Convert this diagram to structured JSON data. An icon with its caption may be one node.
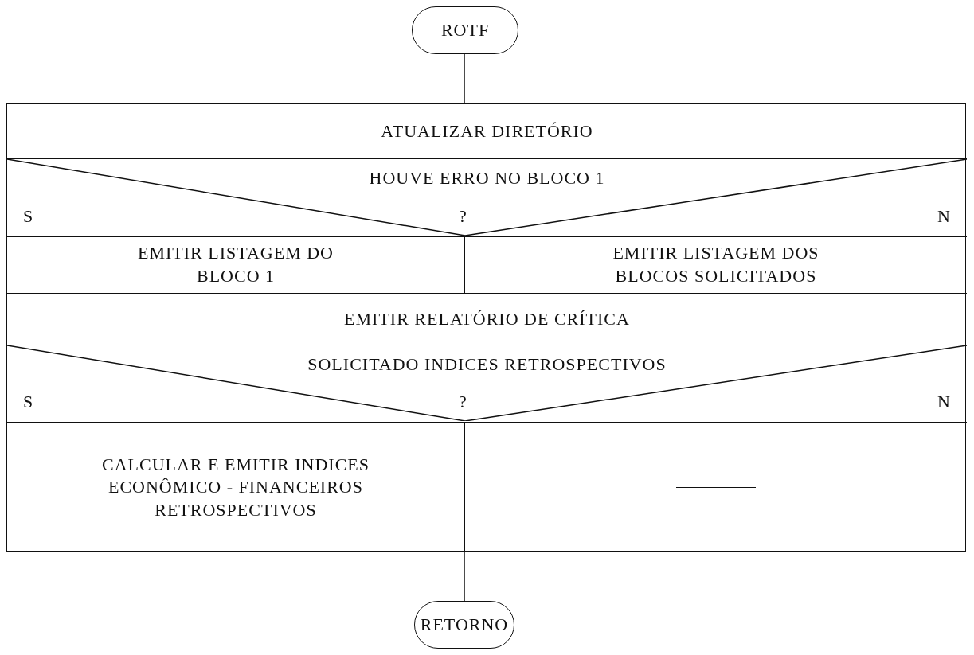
{
  "diagram": {
    "nodes": [
      {
        "text": [
          "ROTF"
        ]
      },
      {
        "text": [],
        "shape": "box"
      },
      {
        "text": [
          "ATUALIZAR DIRETÓRIO"
        ],
        "in": 1
      },
      {
        "text": [
          "HOUVE ERRO NO BLOCO 1",
          "S",
          "?",
          "N"
        ],
        "in": 1
      },
      {
        "text": [
          "EMITIR LISTAGEM DO BLOCO 1"
        ],
        "in": 1
      },
      {
        "text": [
          "EMITIR LISTAGEM DOS BLOCOS SOLICITADOS"
        ],
        "in": 1
      },
      {
        "text": [
          "EMITIR RELATÓRIO DE CRÍTICA"
        ],
        "in": 1
      },
      {
        "text": [
          "SOLICITADO INDICES RETROSPECTIVOS",
          "S",
          "?",
          "N"
        ],
        "in": 1
      },
      {
        "text": [
          "CALCULAR E EMITIR INDICES ECONÔMICO - FINANCEIROS RETROSPECTIVOS"
        ],
        "in": 1
      },
      {
        "text": [],
        "shape": "box",
        "in": 1
      },
      {
        "text": [
          "RETORNO"
        ]
      }
    ],
    "edges": [
      {
        "from": 0,
        "to": 1,
        "arrow": "none"
      },
      {
        "from": 1,
        "to": 10,
        "arrow": "none"
      }
    ]
  }
}
